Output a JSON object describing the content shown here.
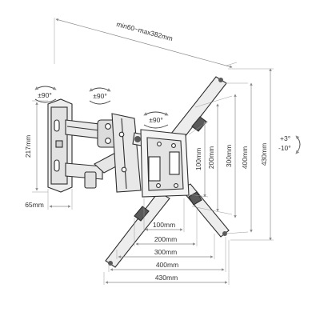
{
  "colors": {
    "arm_fill": "#e9e9e9",
    "plate_fill": "#f3f3f3",
    "pad_fill": "#5a5a5a",
    "line": "#2e2e2e",
    "dim_line": "#8a8a8a"
  },
  "rotations": {
    "wall_swivel": "±90°",
    "arm_swivel": "±90°",
    "screen_rotation": "±90°",
    "tilt_up": "+3°",
    "tilt_down": "-10°"
  },
  "dimensions": {
    "extension_range": "min60~max382mm",
    "wall_plate_height": "217mm",
    "wall_plate_depth": "65mm",
    "vesa_v_100": "100mm",
    "vesa_v_200": "200mm",
    "vesa_v_300": "300mm",
    "vesa_v_400": "400mm",
    "overall_height": "430mm",
    "vesa_h_100": "100mm",
    "vesa_h_200": "200mm",
    "vesa_h_300": "300mm",
    "vesa_h_400": "400mm",
    "overall_width": "430mm"
  }
}
